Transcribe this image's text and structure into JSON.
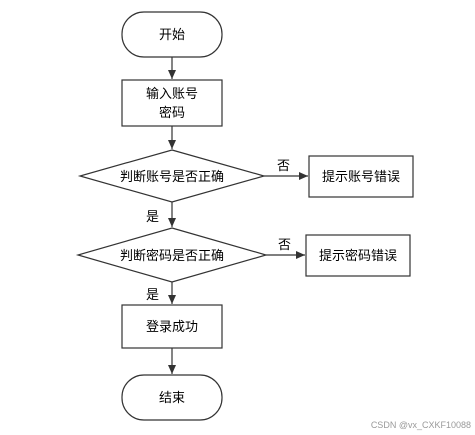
{
  "flowchart": {
    "start": "开始",
    "input_line1": "输入账号",
    "input_line2": "密码",
    "check_account": "判断账号是否正确",
    "error_account": "提示账号错误",
    "check_password": "判断密码是否正确",
    "error_password": "提示密码错误",
    "success": "登录成功",
    "end": "结束",
    "yes_label": "是",
    "no_label": "否"
  },
  "watermark": "CSDN @vx_CXKF10088"
}
